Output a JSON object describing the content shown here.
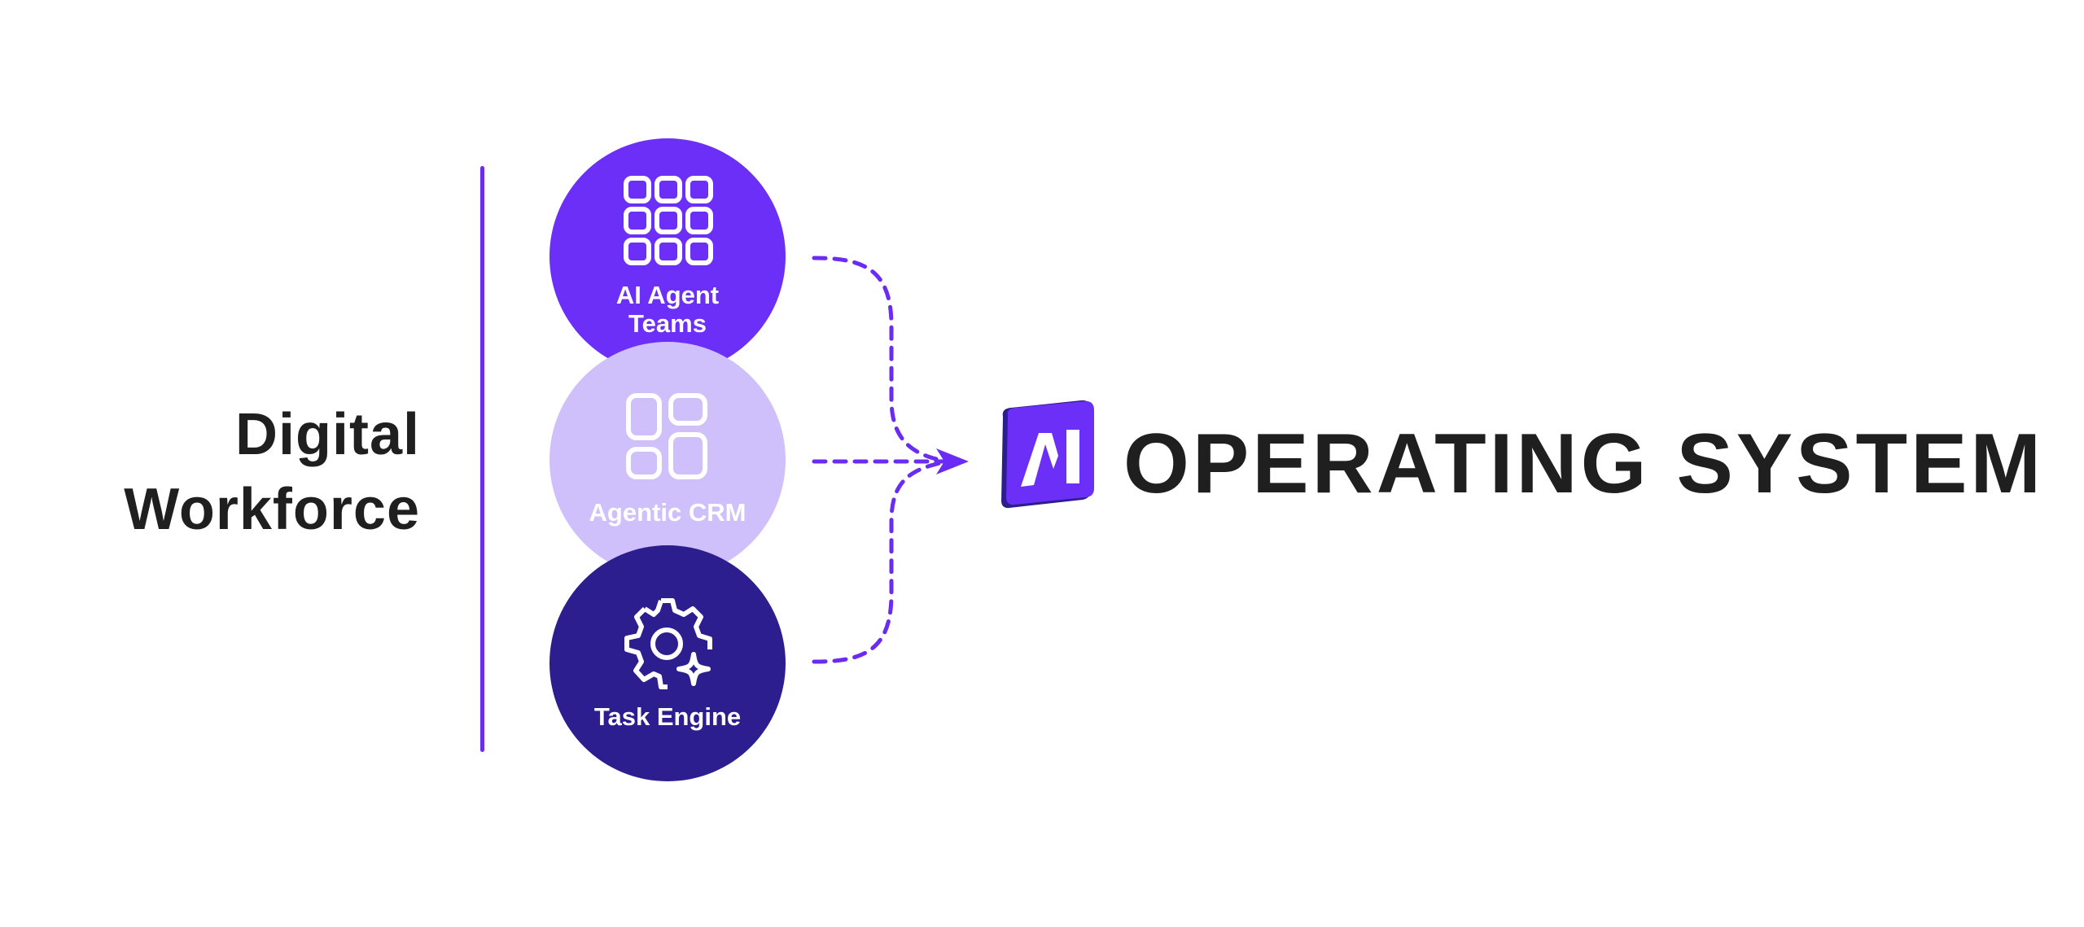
{
  "left_title": {
    "line1": "Digital",
    "line2": "Workforce"
  },
  "nodes": [
    {
      "id": "agents",
      "line1": "AI Agent",
      "line2": "Teams",
      "icon": "grid-icon",
      "color": "#6b2ff7"
    },
    {
      "id": "crm",
      "line1": "Agentic CRM",
      "icon": "dashboard-icon",
      "color": "#cfc0fb"
    },
    {
      "id": "task",
      "line1": "Task Engine",
      "icon": "gear-sparkle-icon",
      "color": "#2c1e8e"
    }
  ],
  "logo": {
    "mark": "AI",
    "color": "#6b2ff7"
  },
  "brand": {
    "text": "OPERATING SYSTEM"
  },
  "colors": {
    "accent": "#6a2cf5",
    "text": "#1f1f1f"
  }
}
